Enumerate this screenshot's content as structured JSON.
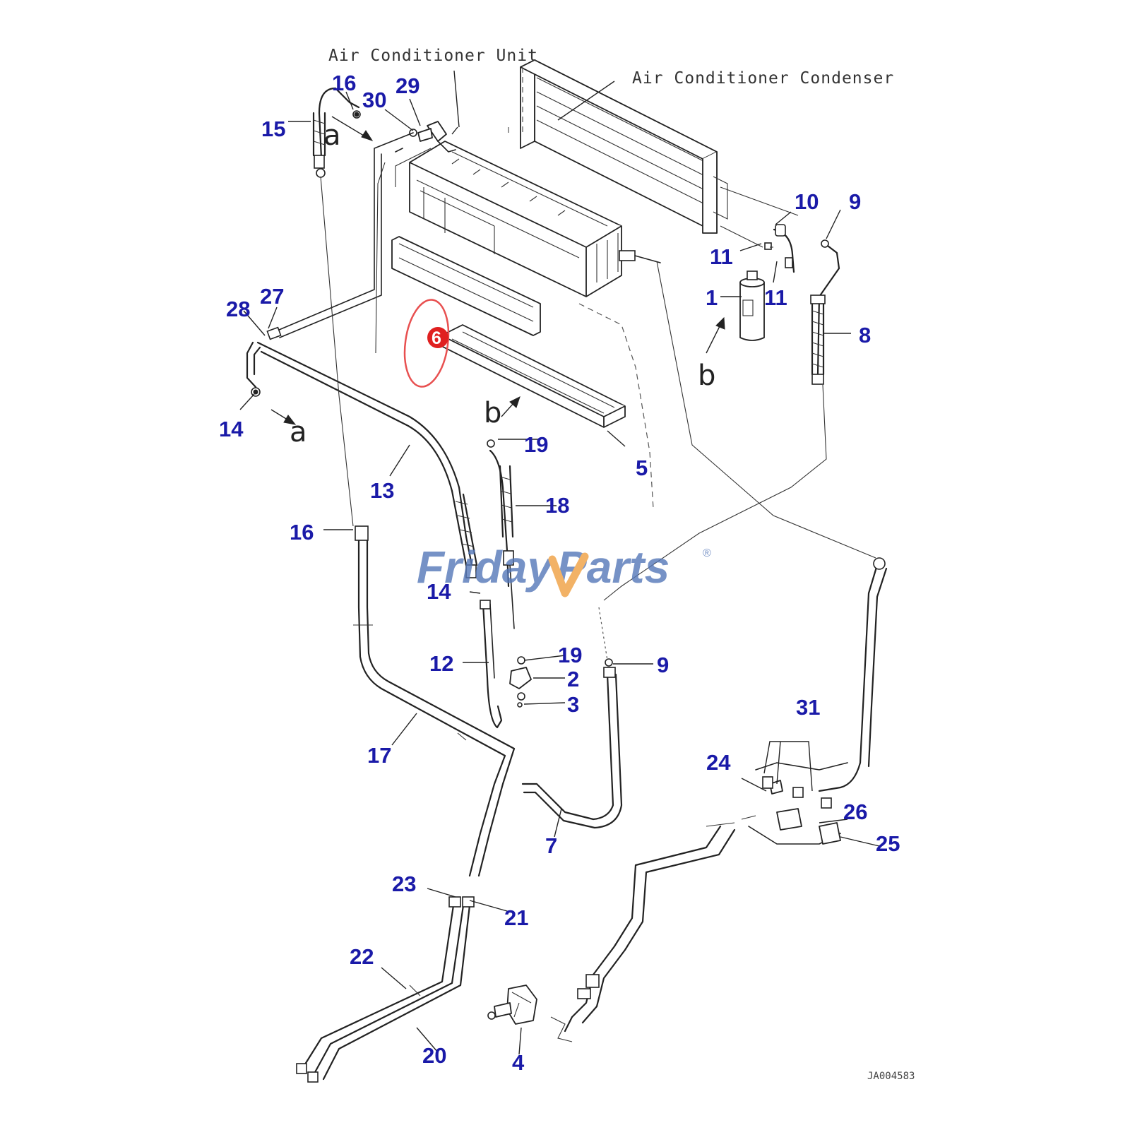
{
  "labels": {
    "air_conditioner_unit": "Air Conditioner Unit",
    "air_conditioner_condenser": "Air Conditioner Condenser",
    "drawing_code": "JA004583"
  },
  "callouts": {
    "p1": "1",
    "p2": "2",
    "p3": "3",
    "p4": "4",
    "p5": "5",
    "p6": "6",
    "p7": "7",
    "p8": "8",
    "p9a": "9",
    "p9b": "9",
    "p10": "10",
    "p11a": "11",
    "p11b": "11",
    "p12": "12",
    "p13": "13",
    "p14a": "14",
    "p14b": "14",
    "p15": "15",
    "p16a": "16",
    "p16b": "16",
    "p17": "17",
    "p18": "18",
    "p19a": "19",
    "p19b": "19",
    "p20": "20",
    "p21": "21",
    "p22": "22",
    "p23": "23",
    "p24": "24",
    "p25": "25",
    "p26": "26",
    "p27": "27",
    "p28": "28",
    "p29": "29",
    "p30": "30",
    "p31": "31"
  },
  "connection_marks": {
    "a_top": "a",
    "a_left": "a",
    "b_receiver": "b",
    "b_filter": "b"
  },
  "highlight": {
    "part": "6",
    "color": "#e02020"
  },
  "watermark": {
    "part1": "Friday",
    "part2": "Parts",
    "reg": "®",
    "color_blue": "#5577b8",
    "color_orange": "#f0a040"
  }
}
